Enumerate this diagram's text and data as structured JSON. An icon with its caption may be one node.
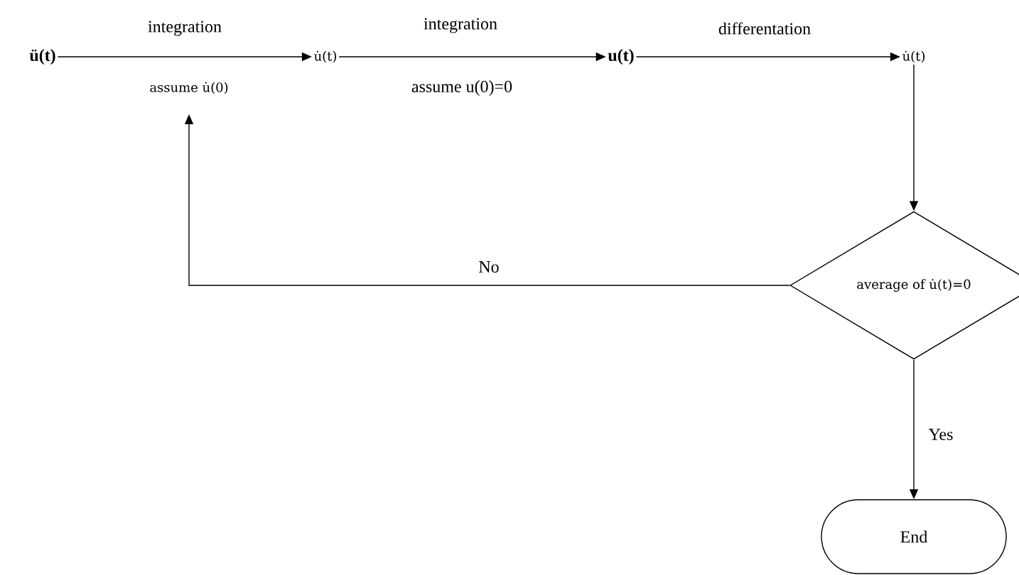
{
  "diagram": {
    "nodes": [
      {
        "text": [
          "ü(t)"
        ]
      },
      {
        "text": [
          "assume u̇(0)"
        ]
      },
      {
        "text": [
          "u̇(t)"
        ]
      },
      {
        "text": [
          "u(t)"
        ]
      },
      {
        "text": [
          "u̇(t)"
        ]
      },
      {
        "text": [
          "average of u̇(t)=0"
        ]
      },
      {
        "text": [
          "End"
        ]
      }
    ],
    "edges": [
      {
        "from": 0,
        "to": 2,
        "arrow": "to",
        "label": "integration"
      },
      {
        "from": 2,
        "to": 3,
        "arrow": "to",
        "label": "integration"
      },
      {
        "from": 3,
        "to": 4,
        "arrow": "to",
        "label": "differentation"
      },
      {
        "from": 4,
        "to": 5,
        "arrow": "to"
      },
      {
        "from": 5,
        "to": 1,
        "arrow": "to",
        "label": "No"
      },
      {
        "from": 5,
        "to": 6,
        "arrow": "to",
        "label": "Yes"
      }
    ],
    "labels": [
      "assume u(0)=0"
    ]
  }
}
